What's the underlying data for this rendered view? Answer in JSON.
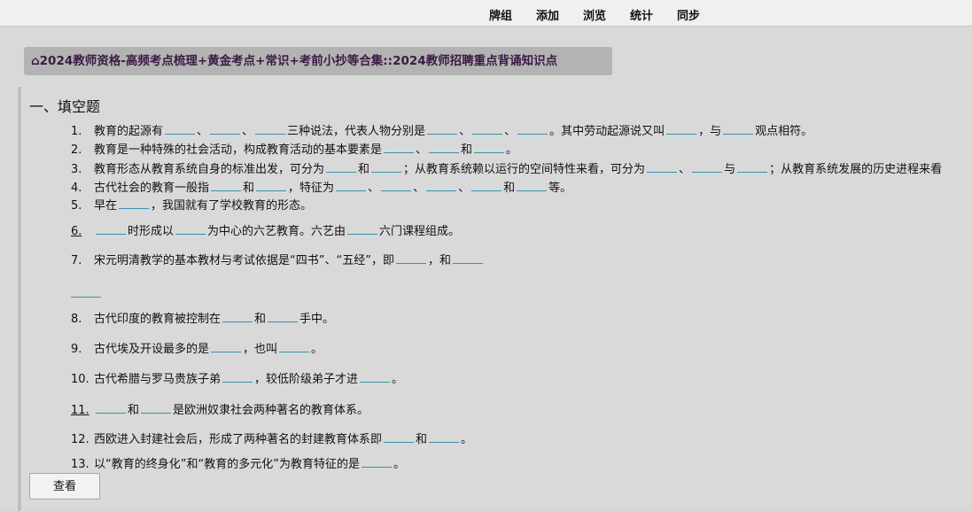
{
  "nav": {
    "decks": "牌组",
    "add": "添加",
    "browse": "浏览",
    "stats": "统计",
    "sync": "同步"
  },
  "deck_title": "⌂2024教师资格-高频考点梳理+黄金考点+常识+考前小抄等合集::2024教师招聘重点背诵知识点",
  "section_title": "一、填空题",
  "questions": [
    {
      "num": "1.",
      "parts": [
        "教育的起源有",
        "、",
        "、",
        "三种说法，代表人物分别是",
        "、",
        "、",
        "。其中劳动起源说又叫",
        "，与",
        "观点相符。"
      ]
    },
    {
      "num": "2.",
      "parts": [
        "教育是一种特殊的社会活动，构成教育活动的基本要素是",
        "、",
        "和",
        "。"
      ]
    },
    {
      "num": "3.",
      "parts": [
        "教育形态从教育系统自身的标准出发，可分为",
        "和",
        "；从教育系统赖以运行的空间特性来看，可分为",
        "、",
        "与",
        "；从教育系统发展的历史进程来看"
      ]
    },
    {
      "num": "4.",
      "parts": [
        "古代社会的教育一般指",
        "和",
        "，特征为",
        "、",
        "、",
        "、",
        "和",
        "等。"
      ]
    },
    {
      "num": "5.",
      "parts": [
        "早在",
        "，我国就有了学校教育的形态。"
      ]
    },
    {
      "num": "6.",
      "parts": [
        "",
        "时形成以",
        "为中心的六艺教育。六艺由",
        "六门课程组成。"
      ]
    },
    {
      "num": "7.",
      "parts": [
        "宋元明清教学的基本教材与考试依据是“四书”、“五经”，即",
        "，和",
        ""
      ]
    },
    {
      "num": "8.",
      "parts": [
        "古代印度的教育被控制在",
        "和",
        "手中。"
      ]
    },
    {
      "num": "9.",
      "parts": [
        "古代埃及开设最多的是",
        "，也叫",
        "。"
      ]
    },
    {
      "num": "10.",
      "parts": [
        "古代希腊与罗马贵族子弟",
        "，较低阶级弟子才进",
        "。"
      ]
    },
    {
      "num": "11.",
      "parts": [
        "",
        "和",
        "是欧洲奴隶社会两种著名的教育体系。"
      ]
    },
    {
      "num": "12.",
      "parts": [
        "西欧进入封建社会后，形成了两种著名的封建教育体系即",
        "和",
        "。"
      ]
    },
    {
      "num": "13.",
      "parts": [
        "以“教育的终身化”和“教育的多元化”为教育特征的是",
        "。"
      ]
    }
  ],
  "view_button": "查看"
}
